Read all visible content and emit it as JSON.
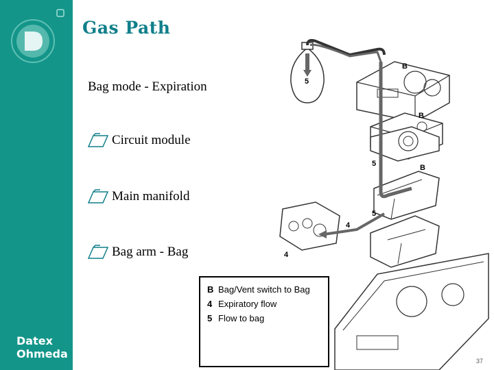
{
  "brand": {
    "line1": "Datex",
    "line2": "Ohmeda"
  },
  "title": "Gas Path",
  "subtitle": "Bag mode - Expiration",
  "bullets": [
    "Circuit module",
    "Main manifold",
    "Bag arm -  Bag"
  ],
  "diagram_labels": {
    "b": "B",
    "five": "5",
    "four": "4"
  },
  "legend": [
    {
      "key": "B",
      "text": "Bag/Vent switch to Bag"
    },
    {
      "key": "4",
      "text": "Expiratory flow"
    },
    {
      "key": "5",
      "text": "Flow to bag"
    }
  ],
  "page_number": "37",
  "colors": {
    "sidebar": "#14958a",
    "title": "#0f7f8a",
    "flow": "#666666"
  }
}
